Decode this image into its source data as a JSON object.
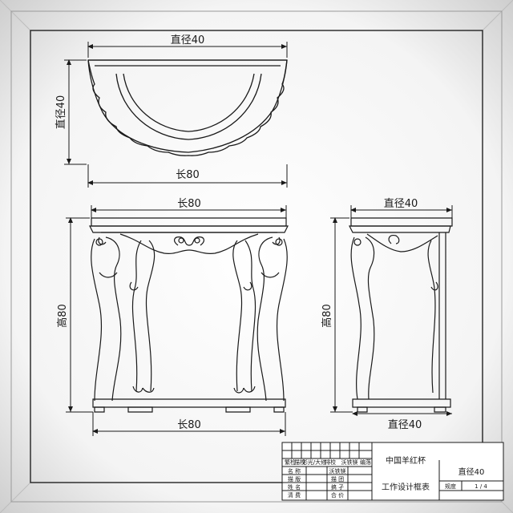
{
  "dims": {
    "top_width": "直径40",
    "top_height": "直径40",
    "top_length": "长80",
    "front_top_length": "长80",
    "front_height": "高80",
    "front_bottom_length": "长80",
    "side_top_diameter": "直径40",
    "side_height": "高80",
    "side_bottom_diameter": "直径40"
  },
  "title_block": {
    "header_cells": [
      "繁检",
      "描校",
      "彩光/大修",
      "排校",
      "沃铁镁",
      "编落"
    ],
    "rows": [
      {
        "left": "名  称",
        "mid": "沃铁镁"
      },
      {
        "left": "描  版",
        "mid": "描  团"
      },
      {
        "left": "姓  名",
        "mid": "搞  孑"
      },
      {
        "left": "清  费",
        "mid": "合  价"
      }
    ],
    "product_name": "中国羊红杯",
    "subtitle": "工作设计框表",
    "size_label": "直径40",
    "scale_label": "规度",
    "page_label": "1 / 4"
  }
}
